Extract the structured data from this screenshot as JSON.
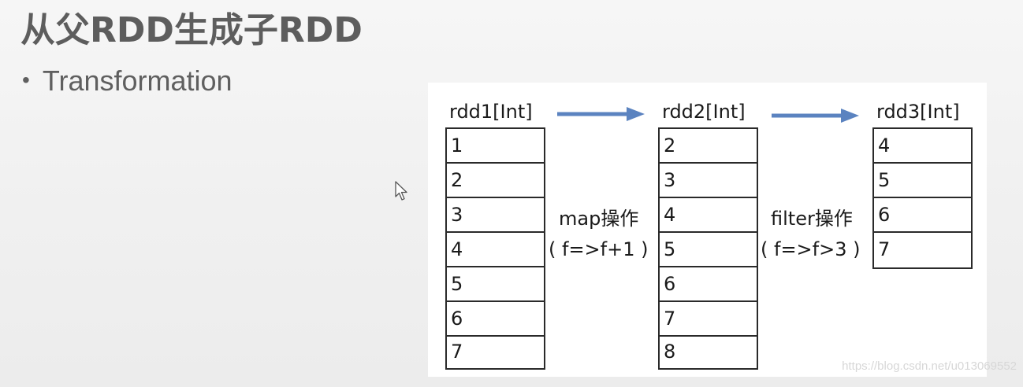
{
  "slide": {
    "title": "从父RDD生成子RDD",
    "bullets": [
      "Transformation"
    ]
  },
  "diagram": {
    "rdds": [
      {
        "name": "rdd1[Int]",
        "values": [
          "1",
          "2",
          "3",
          "4",
          "5",
          "6",
          "7"
        ]
      },
      {
        "name": "rdd2[Int]",
        "values": [
          "2",
          "3",
          "4",
          "5",
          "6",
          "7",
          "8"
        ]
      },
      {
        "name": "rdd3[Int]",
        "values": [
          "4",
          "5",
          "6",
          "7"
        ]
      }
    ],
    "operations": [
      {
        "name": "map操作",
        "func": "( f=>f+1 )"
      },
      {
        "name": "filter操作",
        "func": "( f=>f>3 )"
      }
    ],
    "arrow_color": "#5b83c0"
  },
  "watermark": "https://blog.csdn.net/u013069552"
}
